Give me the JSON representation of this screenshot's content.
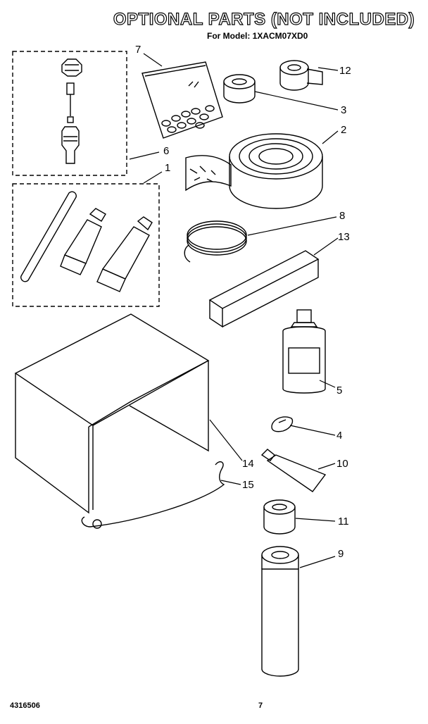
{
  "title": "OPTIONAL PARTS (NOT INCLUDED)",
  "subtitle": "For Model: 1XACM07XD0",
  "callouts": [
    {
      "id": "7",
      "label": "7"
    },
    {
      "id": "12",
      "label": "12"
    },
    {
      "id": "3",
      "label": "3"
    },
    {
      "id": "2",
      "label": "2"
    },
    {
      "id": "6",
      "label": "6"
    },
    {
      "id": "1",
      "label": "1"
    },
    {
      "id": "8",
      "label": "8"
    },
    {
      "id": "13",
      "label": "13"
    },
    {
      "id": "5",
      "label": "5"
    },
    {
      "id": "4",
      "label": "4"
    },
    {
      "id": "10",
      "label": "10"
    },
    {
      "id": "14",
      "label": "14"
    },
    {
      "id": "15",
      "label": "15"
    },
    {
      "id": "11",
      "label": "11"
    },
    {
      "id": "9",
      "label": "9"
    }
  ],
  "footer": {
    "doc_number": "4316506",
    "page": "7"
  }
}
